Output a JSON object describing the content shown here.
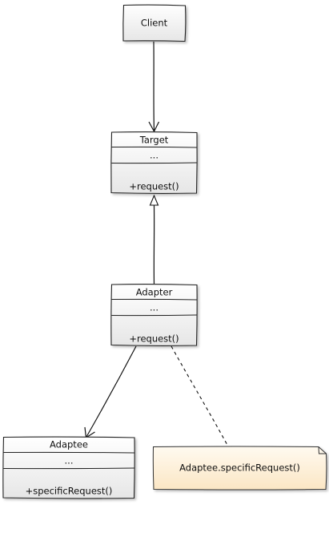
{
  "diagram": {
    "client": {
      "name": "Client"
    },
    "target": {
      "name": "Target",
      "attributes": "...",
      "operations": "+request()"
    },
    "adapter": {
      "name": "Adapter",
      "attributes": "...",
      "operations": "+request()"
    },
    "adaptee": {
      "name": "Adaptee",
      "attributes": "...",
      "operations": "+specificRequest()"
    },
    "note": {
      "text": "Adaptee.specificRequest()"
    },
    "colors": {
      "box_top": "#ffffff",
      "box_bottom": "#e6e6e6",
      "note_top": "#fffaf0",
      "note_bottom": "#fbe6c4",
      "stroke": "#222222"
    }
  }
}
